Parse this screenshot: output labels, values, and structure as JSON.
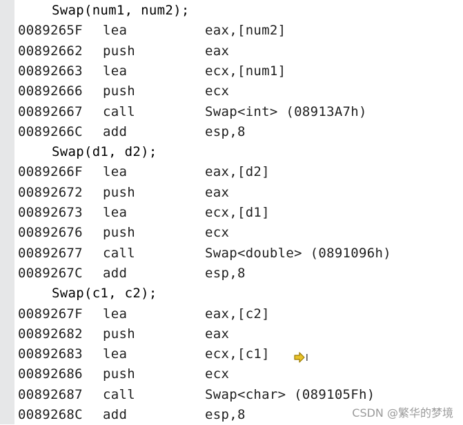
{
  "lines": [
    {
      "type": "source",
      "text": "Swap(num1, num2);"
    },
    {
      "type": "asm",
      "address": "0089265F",
      "mnemonic": "lea",
      "operands": "eax,[num2]"
    },
    {
      "type": "asm",
      "address": "00892662",
      "mnemonic": "push",
      "operands": "eax"
    },
    {
      "type": "asm",
      "address": "00892663",
      "mnemonic": "lea",
      "operands": "ecx,[num1]"
    },
    {
      "type": "asm",
      "address": "00892666",
      "mnemonic": "push",
      "operands": "ecx"
    },
    {
      "type": "asm",
      "address": "00892667",
      "mnemonic": "call",
      "operands": "Swap<int> (08913A7h)"
    },
    {
      "type": "asm",
      "address": "0089266C",
      "mnemonic": "add",
      "operands": "esp,8"
    },
    {
      "type": "source",
      "text": "Swap(d1, d2);"
    },
    {
      "type": "asm",
      "address": "0089266F",
      "mnemonic": "lea",
      "operands": "eax,[d2]"
    },
    {
      "type": "asm",
      "address": "00892672",
      "mnemonic": "push",
      "operands": "eax"
    },
    {
      "type": "asm",
      "address": "00892673",
      "mnemonic": "lea",
      "operands": "ecx,[d1]"
    },
    {
      "type": "asm",
      "address": "00892676",
      "mnemonic": "push",
      "operands": "ecx"
    },
    {
      "type": "asm",
      "address": "00892677",
      "mnemonic": "call",
      "operands": "Swap<double> (0891096h)"
    },
    {
      "type": "asm",
      "address": "0089267C",
      "mnemonic": "add",
      "operands": "esp,8"
    },
    {
      "type": "source",
      "text": "Swap(c1, c2);"
    },
    {
      "type": "asm",
      "address": "0089267F",
      "mnemonic": "lea",
      "operands": "eax,[c2]"
    },
    {
      "type": "asm",
      "address": "00892682",
      "mnemonic": "push",
      "operands": "eax"
    },
    {
      "type": "asm",
      "address": "00892683",
      "mnemonic": "lea",
      "operands": "ecx,[c1]",
      "current": true
    },
    {
      "type": "asm",
      "address": "00892686",
      "mnemonic": "push",
      "operands": "ecx"
    },
    {
      "type": "asm",
      "address": "00892687",
      "mnemonic": "call",
      "operands": "Swap<char> (089105Fh)"
    },
    {
      "type": "asm",
      "address": "0089268C",
      "mnemonic": "add",
      "operands": "esp,8"
    }
  ],
  "pointer_icon": "current-instruction-arrow-icon",
  "colors": {
    "gutter": "#e6e7e8",
    "text": "#1e1e1e",
    "pointer_fill": "#e8c22a",
    "pointer_stroke": "#9a7a00",
    "watermark": "#9a9a9a"
  },
  "watermark": "CSDN @繁华的梦境"
}
